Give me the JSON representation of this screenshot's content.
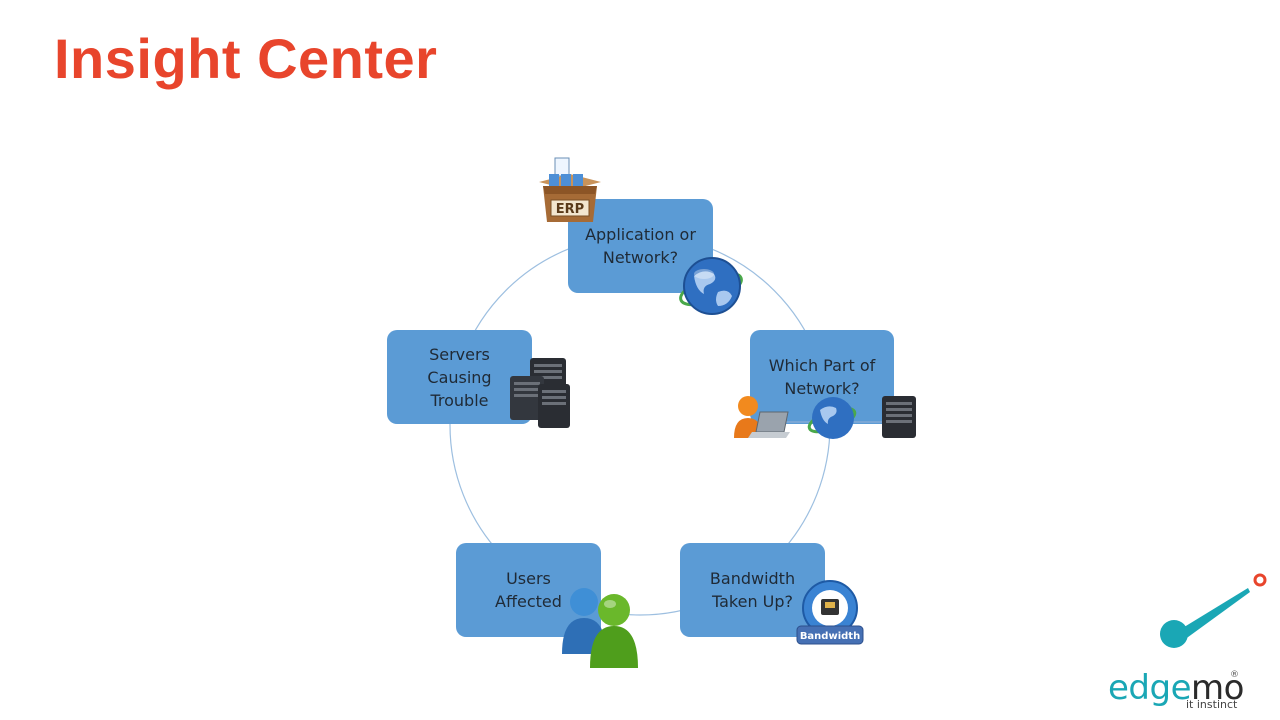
{
  "title": "Insight Center",
  "nodes": [
    {
      "label": "Application or\nNetwork?"
    },
    {
      "label": "Which Part of\nNetwork?"
    },
    {
      "label": "Bandwidth\nTaken Up?"
    },
    {
      "label": "Users\nAffected"
    },
    {
      "label": "Servers\nCausing\nTrouble"
    }
  ],
  "icons": {
    "erp_label": "ERP",
    "bandwidth_label": "Bandwidth"
  },
  "logo": {
    "brand_first": "edge",
    "brand_second": "mo",
    "registered": "®",
    "tagline": "it instinct"
  },
  "colors": {
    "title": "#e8452c",
    "node_fill": "#5b9bd5",
    "cycle_line": "#9dbfe0",
    "logo_accent": "#1aa7b5"
  }
}
